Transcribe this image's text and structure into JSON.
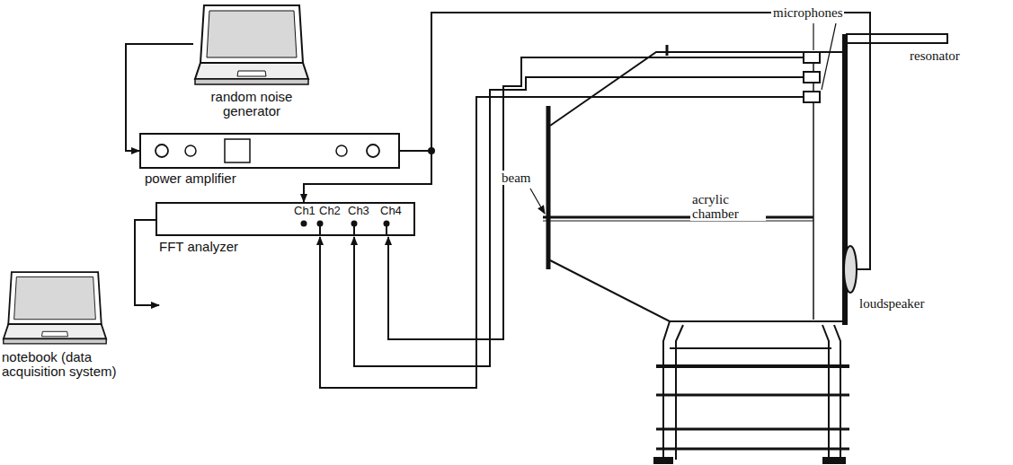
{
  "diagram": {
    "nodes": [
      {
        "text": [
          "random noise generator"
        ]
      },
      {
        "text": [
          "power amplifier"
        ]
      },
      {
        "text": [
          "Ch1",
          "Ch2",
          "Ch3",
          "Ch4",
          "FFT analyzer"
        ]
      },
      {
        "text": [
          "notebook (data acquisition system)"
        ]
      }
    ],
    "edges": [
      {
        "from": 0,
        "to": 1,
        "arrow": "to"
      },
      {
        "from": 1,
        "to": 2,
        "arrow": "to"
      },
      {
        "from": 2,
        "to": 3,
        "arrow": "to"
      }
    ],
    "labels": [
      "microphones",
      "resonator",
      "beam",
      "acrylic chamber",
      "loudspeaker"
    ]
  }
}
